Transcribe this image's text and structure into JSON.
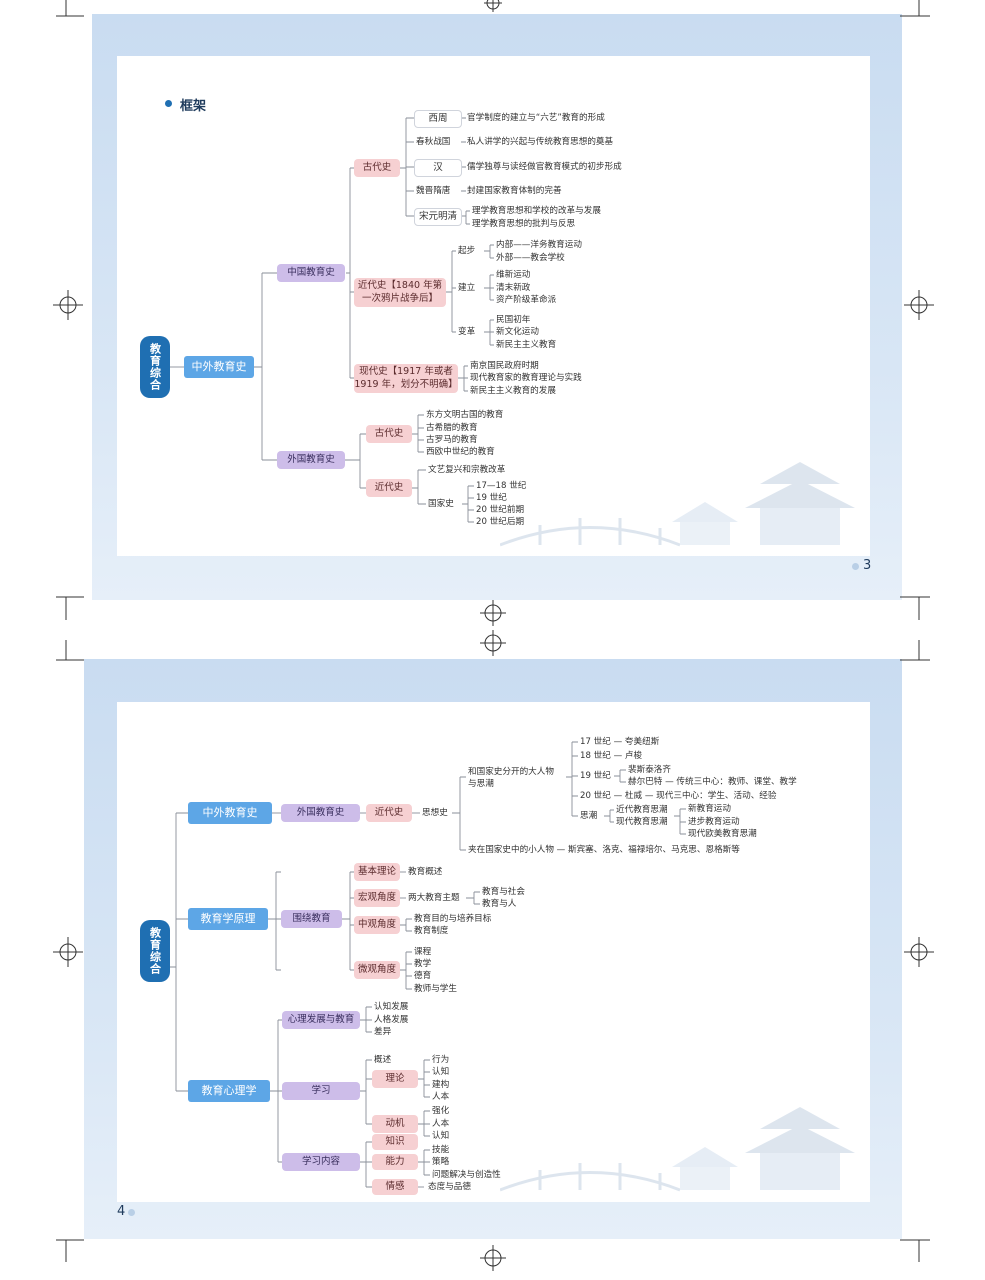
{
  "page1": {
    "section_title": "框架",
    "root": "教育综合",
    "l1": "中外教育史",
    "cn": "中国教育史",
    "fr": "外国教育史",
    "cn_ancient": "古代史",
    "cn_modern": "近代史【1840 年第一次鸦片战争后】",
    "cn_modern_l1": "近代史【1840 年第",
    "cn_modern_l2": "一次鸦片战争后】",
    "cn_contemporary_l1": "现代史【1917 年或者",
    "cn_contemporary_l2": "1919 年，划分不明确】",
    "ancient_items": [
      {
        "period": "西周",
        "text": "官学制度的建立与“六艺”教育的形成"
      },
      {
        "period": "春秋战国",
        "text": "私人讲学的兴起与传统教育思想的奠基"
      },
      {
        "period": "汉",
        "text": "儒学独尊与读经做官教育模式的初步形成"
      },
      {
        "period": "魏晋隋唐",
        "text": "封建国家教育体制的完善"
      },
      {
        "period": "宋元明清",
        "text": ""
      }
    ],
    "song_items": [
      "理学教育思想和学校的改革与发展",
      "理学教育思想的批判与反思"
    ],
    "qibu": "起步",
    "qibu_items": [
      "内部——洋务教育运动",
      "外部——教会学校"
    ],
    "jianli": "建立",
    "jianli_items": [
      "维新运动",
      "清末新政",
      "资产阶级革命派"
    ],
    "biange": "变革",
    "biange_items": [
      "民国初年",
      "新文化运动",
      "新民主主义教育"
    ],
    "contemporary_items": [
      "南京国民政府时期",
      "现代教育家的教育理论与实践",
      "新民主主义教育的发展"
    ],
    "fr_ancient": "古代史",
    "fr_ancient_items": [
      "东方文明古国的教育",
      "古希腊的教育",
      "古罗马的教育",
      "西欧中世纪的教育"
    ],
    "fr_modern": "近代史",
    "fr_modern_top": "文艺复兴和宗教改革",
    "guojia": "国家史",
    "guojia_items": [
      "17—18 世纪",
      "19 世纪",
      "20 世纪前期",
      "20 世纪后期"
    ],
    "page_number": "3"
  },
  "page2": {
    "root": "教育综合",
    "l1": [
      "中外教育史",
      "教育学原理",
      "教育心理学"
    ],
    "waiguo": "外国教育史",
    "jindai": "近代史",
    "sixiang": "思想史",
    "big": "和国家史分开的大人物与思潮",
    "big_l1": "和国家史分开的大人物",
    "big_l2": "与思潮",
    "c17": "17 世纪 — 夸美纽斯",
    "c18": "18 世纪 — 卢梭",
    "c19": "19 世纪",
    "c19_items": [
      "裴斯泰洛齐",
      "赫尔巴特 — 传统三中心：教师、课堂、教学"
    ],
    "c20": "20 世纪 — 杜威 — 现代三中心：学生、活动、经验",
    "sichao": "思潮",
    "sichao_items": [
      "近代教育思潮",
      "现代教育思潮"
    ],
    "sichao_sub": [
      "新教育运动",
      "进步教育运动",
      "现代欧美教育思潮"
    ],
    "small": "夹在国家史中的小人物 — 斯宾塞、洛克、福禄培尔、马克思、恩格斯等",
    "weirao": "围绕教育",
    "jiben": "基本理论",
    "jiben_item": "教育概述",
    "hongguan": "宏观角度",
    "hongguan_mid": "两大教育主题",
    "hongguan_items": [
      "教育与社会",
      "教育与人"
    ],
    "zhongguan": "中观角度",
    "zhongguan_items": [
      "教育目的与培养目标",
      "教育制度"
    ],
    "weiguan": "微观角度",
    "weiguan_items": [
      "课程",
      "教学",
      "德育",
      "教师与学生"
    ],
    "xinli": "心理发展与教育",
    "xinli_items": [
      "认知发展",
      "人格发展",
      "差异"
    ],
    "xuexi": "学习",
    "gaishu": "概述",
    "lilun": "理论",
    "lilun_items": [
      "行为",
      "认知",
      "建构",
      "人本"
    ],
    "dongji": "动机",
    "dongji_items": [
      "强化",
      "人本",
      "认知"
    ],
    "neirong": "学习内容",
    "zhishi": "知识",
    "nengli": "能力",
    "nengli_items": [
      "技能",
      "策略",
      "问题解决与创造性"
    ],
    "qinggan": "情感",
    "qinggan_item": "态度与品德",
    "page_number": "4"
  },
  "colors": {
    "root": "#1f6fb2",
    "l1": "#5da6e6",
    "l2": "#cdbde9",
    "l3": "#f6d0d2",
    "band": "#d3e3f4"
  }
}
